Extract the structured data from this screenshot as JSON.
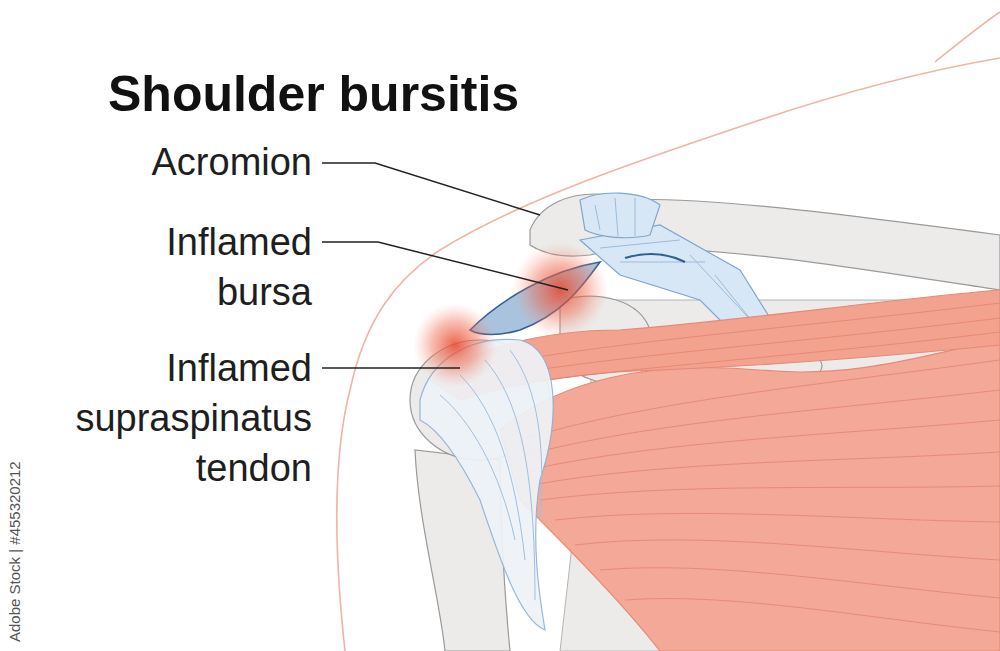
{
  "diagram": {
    "title": "Shoulder bursitis",
    "labels": [
      "Acromion",
      "Inflamed bursa",
      "Inflamed supraspinatus tendon",
      "Adobe Stock | #455320212"
    ]
  }
}
